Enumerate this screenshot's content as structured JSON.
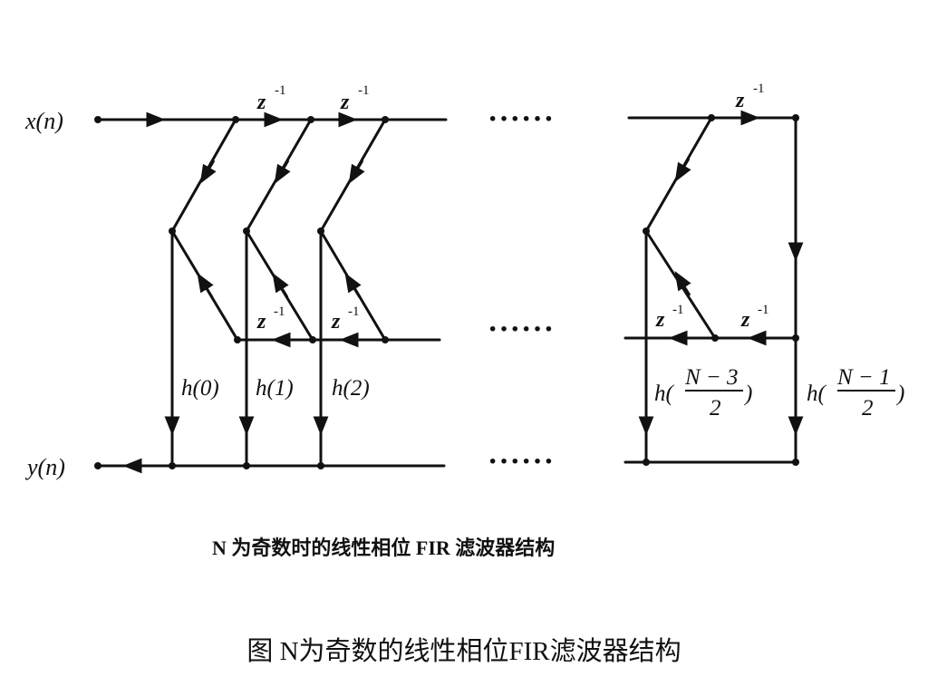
{
  "labels": {
    "input": "x(n)",
    "output": "y(n)",
    "delay_base": "z",
    "delay_exp": "-1",
    "ellipsis": "······",
    "h0": "h(0)",
    "h1": "h(1)",
    "h2": "h(2)",
    "hN3_prefix": "h(",
    "hN3_num": "N − 3",
    "hN3_den": "2",
    "hN3_suffix": ")",
    "hN1_prefix": "h(",
    "hN1_num": "N − 1",
    "hN1_den": "2",
    "hN1_suffix": ")"
  },
  "inner_title": "N 为奇数时的线性相位 FIR 滤波器结构",
  "caption": "图  N为奇数的线性相位FIR滤波器结构"
}
